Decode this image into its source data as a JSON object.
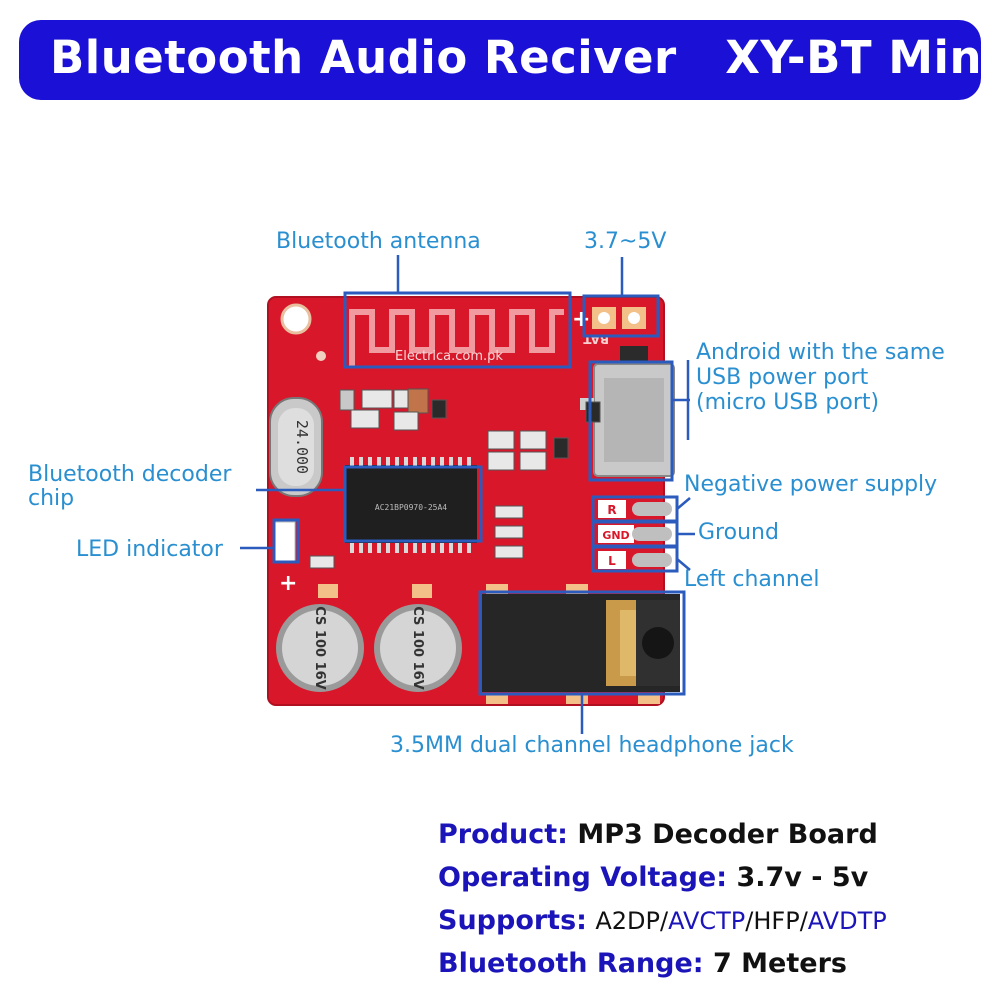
{
  "header": {
    "title": "Bluetooth Audio Reciver   XY-BT Mini"
  },
  "labels": {
    "antenna": "Bluetooth antenna",
    "voltage": "3.7~5V",
    "usb_line1": "Android with the same",
    "usb_line2": "USB power port",
    "usb_line3": "(micro USB port)",
    "decoder_line1": "Bluetooth decoder",
    "decoder_line2": "chip",
    "led": "LED indicator",
    "negative": "Negative power supply",
    "ground": "Ground",
    "left": "Left channel",
    "jack": "3.5MM dual channel headphone jack"
  },
  "board": {
    "watermark": "Electrica.com.pk",
    "crystal": "24.000",
    "chip_marking": "AC21BP0970-25A4",
    "pad_r": "R",
    "pad_gnd": "GND",
    "pad_l": "L",
    "plus_mark": "+",
    "bat_mark": "BAT",
    "cap_1": "CS 100 16V",
    "cap_2": "CS 100 16V"
  },
  "specs": {
    "product_key": "Product:",
    "product_val": "MP3 Decoder Board",
    "voltage_key": "Operating Voltage:",
    "voltage_val": "3.7v - 5v",
    "supports_key": "Supports:",
    "supports_a2dp": "A2DP",
    "supports_avctp": "AVCTP",
    "supports_hfp": "HFP",
    "supports_avdtp": "AVDTP",
    "range_key": "Bluetooth Range:",
    "range_val": "7 Meters"
  },
  "colors": {
    "banner": "#1b10d6",
    "label": "#2a8fd0",
    "board": "#d8182a",
    "spec_key": "#1b14b8"
  }
}
